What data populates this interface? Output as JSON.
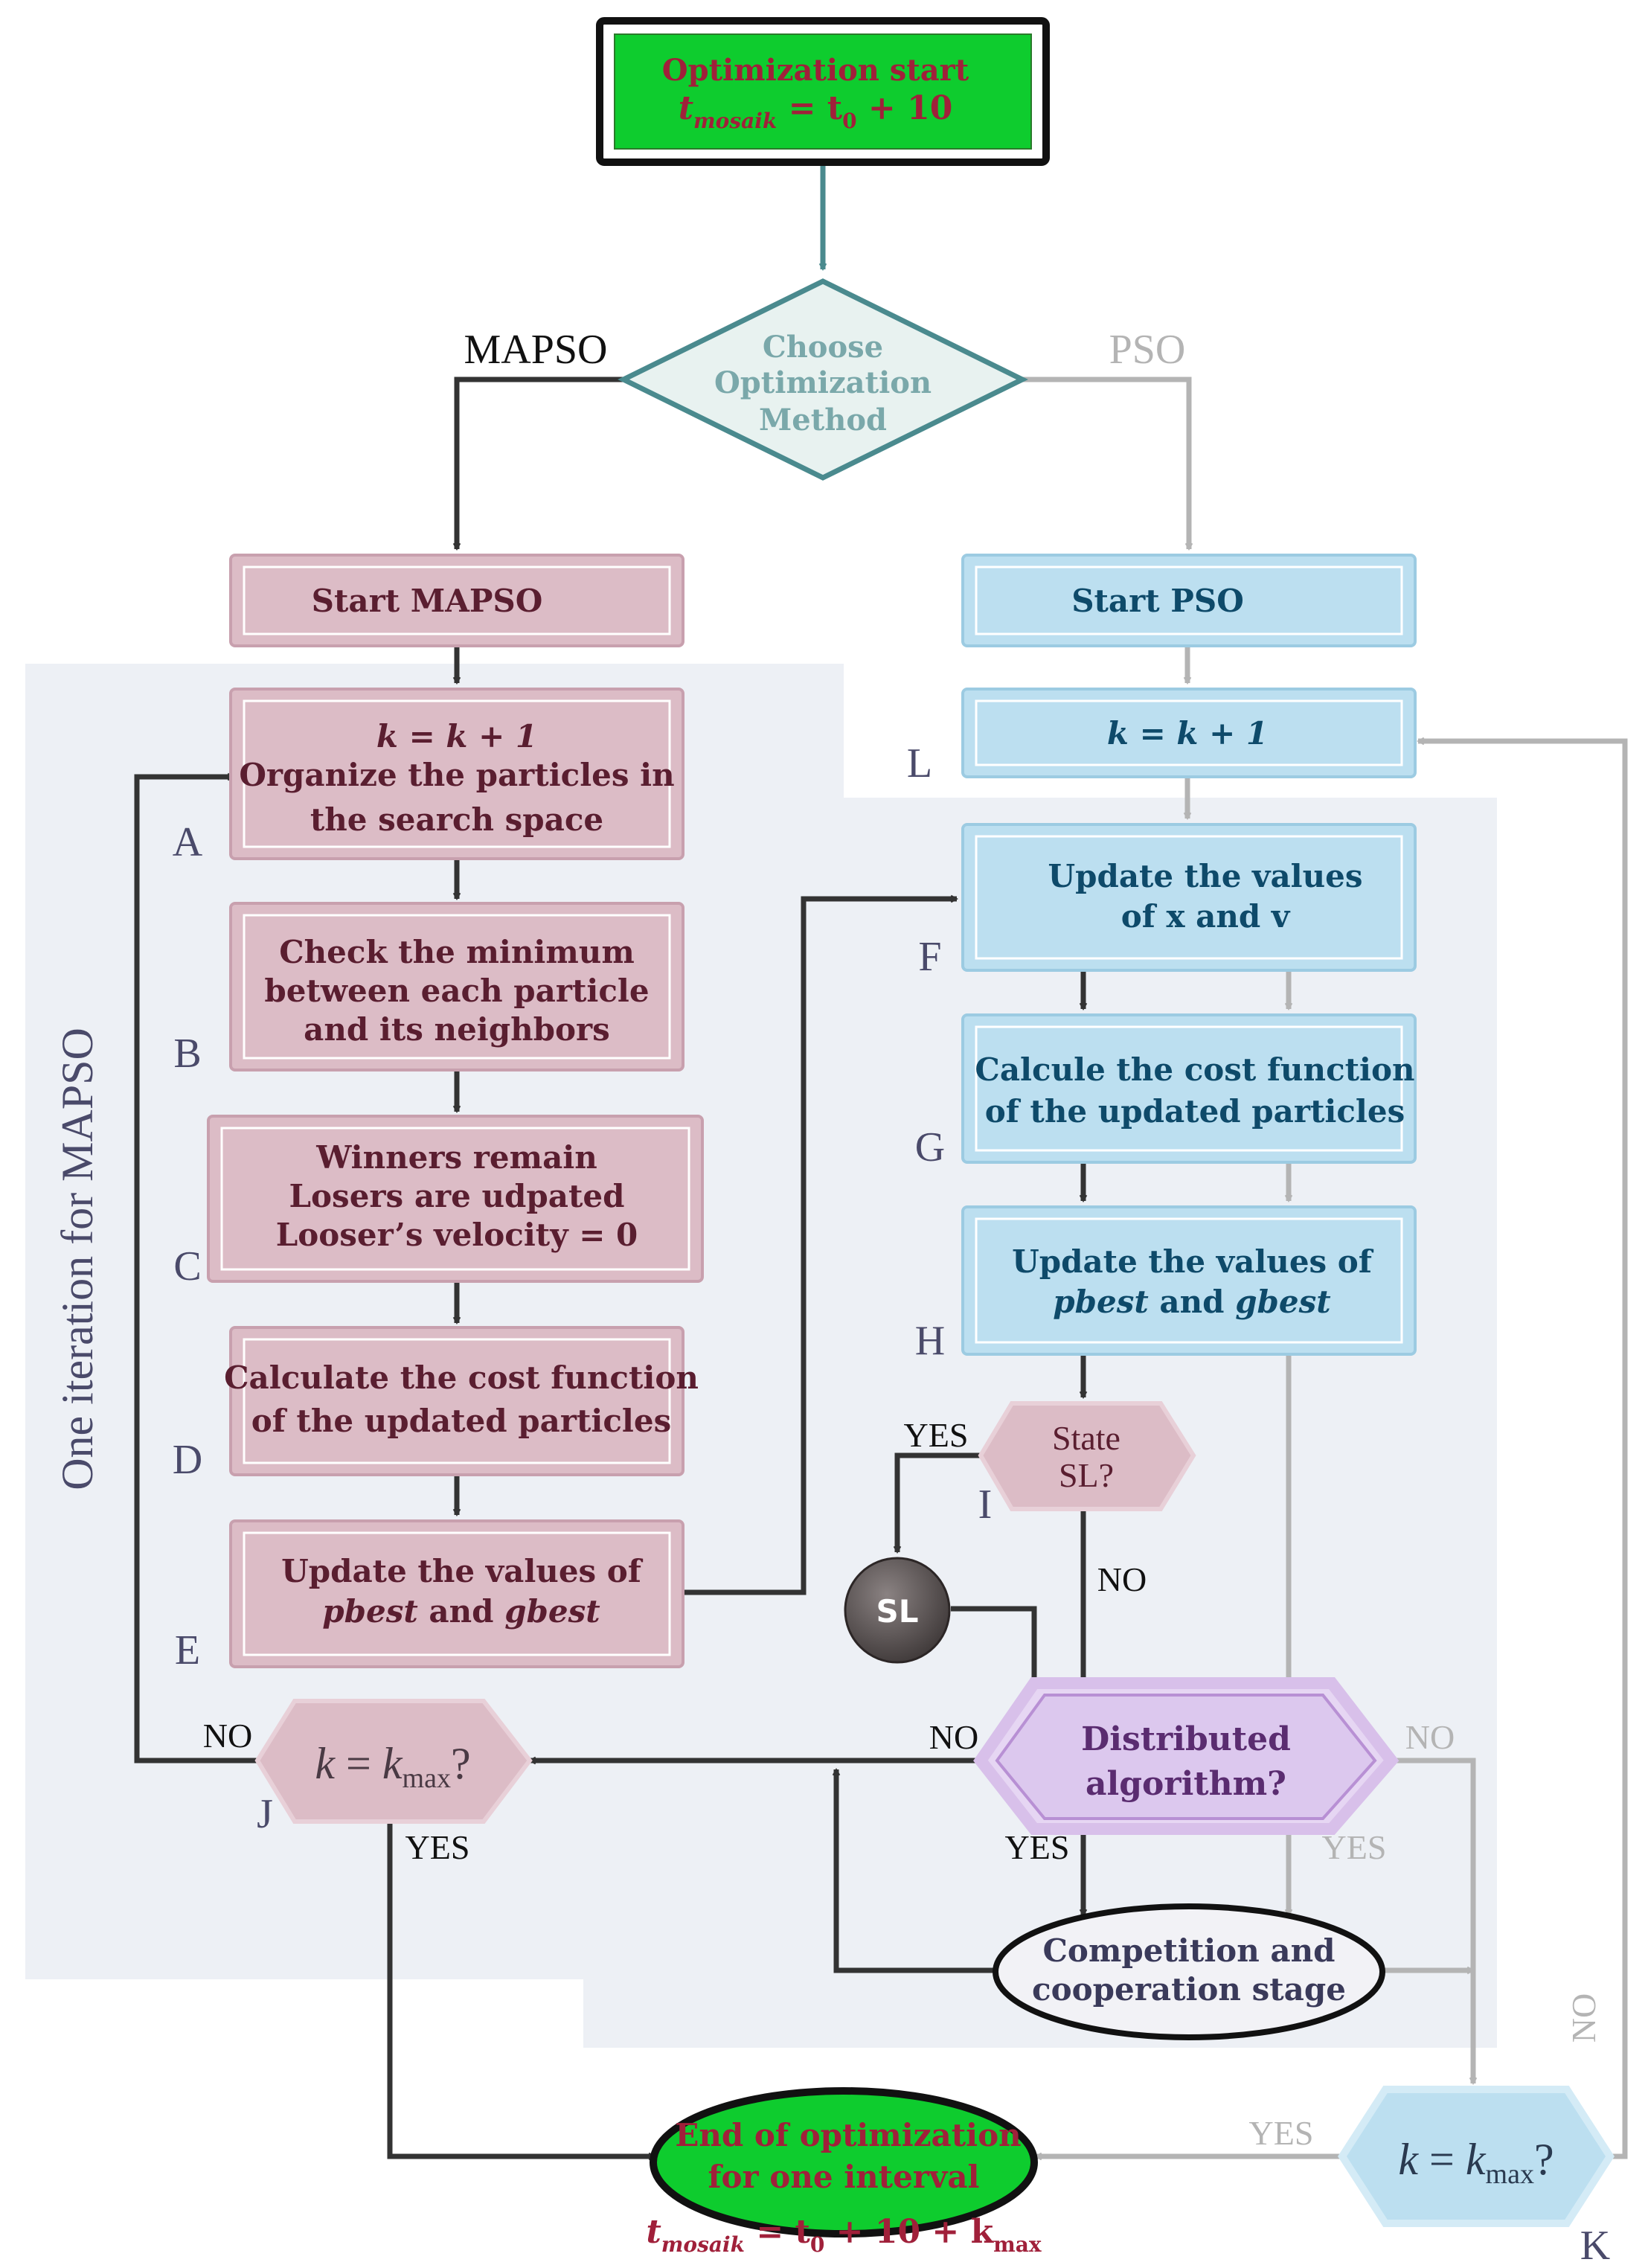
{
  "colors": {
    "start_fill": "#0ecc2e",
    "start_text": "#a0203a",
    "mapso_fill": "#dcbcc6",
    "mapso_text": "#5a1e30",
    "pso_fill": "#bcdff0",
    "pso_text": "#0e4a6a",
    "dark_arrow": "#333333",
    "grey_arrow": "#b4b4b4",
    "teal_arrow": "#4a8a8e",
    "panel_bg": "#edf0f5",
    "distributed_fill": "#dcc8ee",
    "distributed_text": "#5a2c70",
    "end_fill": "#0ecc2e",
    "end_text": "#a0203a",
    "formula_text": "#a0203a"
  },
  "start": {
    "line1": "Optimization start",
    "formula_t": "t",
    "formula_sub": "mosaik",
    "formula_eq": " = t",
    "formula_zero": "0",
    "formula_rest": " + 10"
  },
  "choose": {
    "line1": "Choose",
    "line2": "Optimization",
    "line3": "Method"
  },
  "branch": {
    "mapso": "MAPSO",
    "pso": "PSO"
  },
  "mapso": {
    "start": "Start MAPSO",
    "a_line1": "k = k + 1",
    "a_line2": "Organize the particles in",
    "a_line3": "the search space",
    "b_line1": "Check the minimum",
    "b_line2": "between each particle",
    "b_line3": "and its neighbors",
    "c_line1": "Winners remain",
    "c_line2": "Losers are udpated",
    "c_line3": "Looser’s velocity = 0",
    "d_line1": "Calculate the cost function",
    "d_line2": "of the updated particles",
    "e_line1": "Update the values of",
    "e_pbest": "pbest",
    "e_and": " and ",
    "e_gbest": "gbest"
  },
  "pso": {
    "start": "Start PSO",
    "k_line": "k = k + 1",
    "f_line1": "Update the values",
    "f_line2": "of x and v",
    "g_line1": "Calcule the cost function",
    "g_line2": "of the updated particles",
    "h_line1": "Update the values of",
    "h_pbest": "pbest",
    "h_and": " and ",
    "h_gbest": "gbest"
  },
  "state": {
    "line1": "State",
    "line2": "SL?"
  },
  "sl": "SL",
  "distributed": {
    "line1": "Distributed",
    "line2": "algorithm?"
  },
  "kmax_left": {
    "k": "k",
    "eq": " = ",
    "k2": "k",
    "sub": "max",
    "q": "?"
  },
  "kmax_right": {
    "k": "k",
    "eq": " = ",
    "k2": "k",
    "sub": "max",
    "q": "?"
  },
  "competition": {
    "line1": "Competition and",
    "line2": "cooperation stage"
  },
  "end": {
    "line1": "End of optimization",
    "line2": "for one interval",
    "formula_t": "t",
    "formula_sub": "mosaik",
    "formula_eq": " = t",
    "formula_zero": "0",
    "formula_mid": " + 10 + k",
    "formula_max": "max"
  },
  "letters": {
    "a": "A",
    "b": "B",
    "c": "C",
    "d": "D",
    "e": "E",
    "f": "F",
    "g": "G",
    "h": "H",
    "i": "I",
    "j": "J",
    "k": "K",
    "l": "L"
  },
  "edge_labels": {
    "yes_state": "YES",
    "no_state": "NO",
    "no_j": "NO",
    "yes_j": "YES",
    "no_dist_left": "NO",
    "no_dist_right": "NO",
    "yes_dist_dark": "YES",
    "yes_dist_grey": "YES",
    "yes_k": "YES",
    "no_k": "NO"
  },
  "side_label": "One iteration for MAPSO"
}
